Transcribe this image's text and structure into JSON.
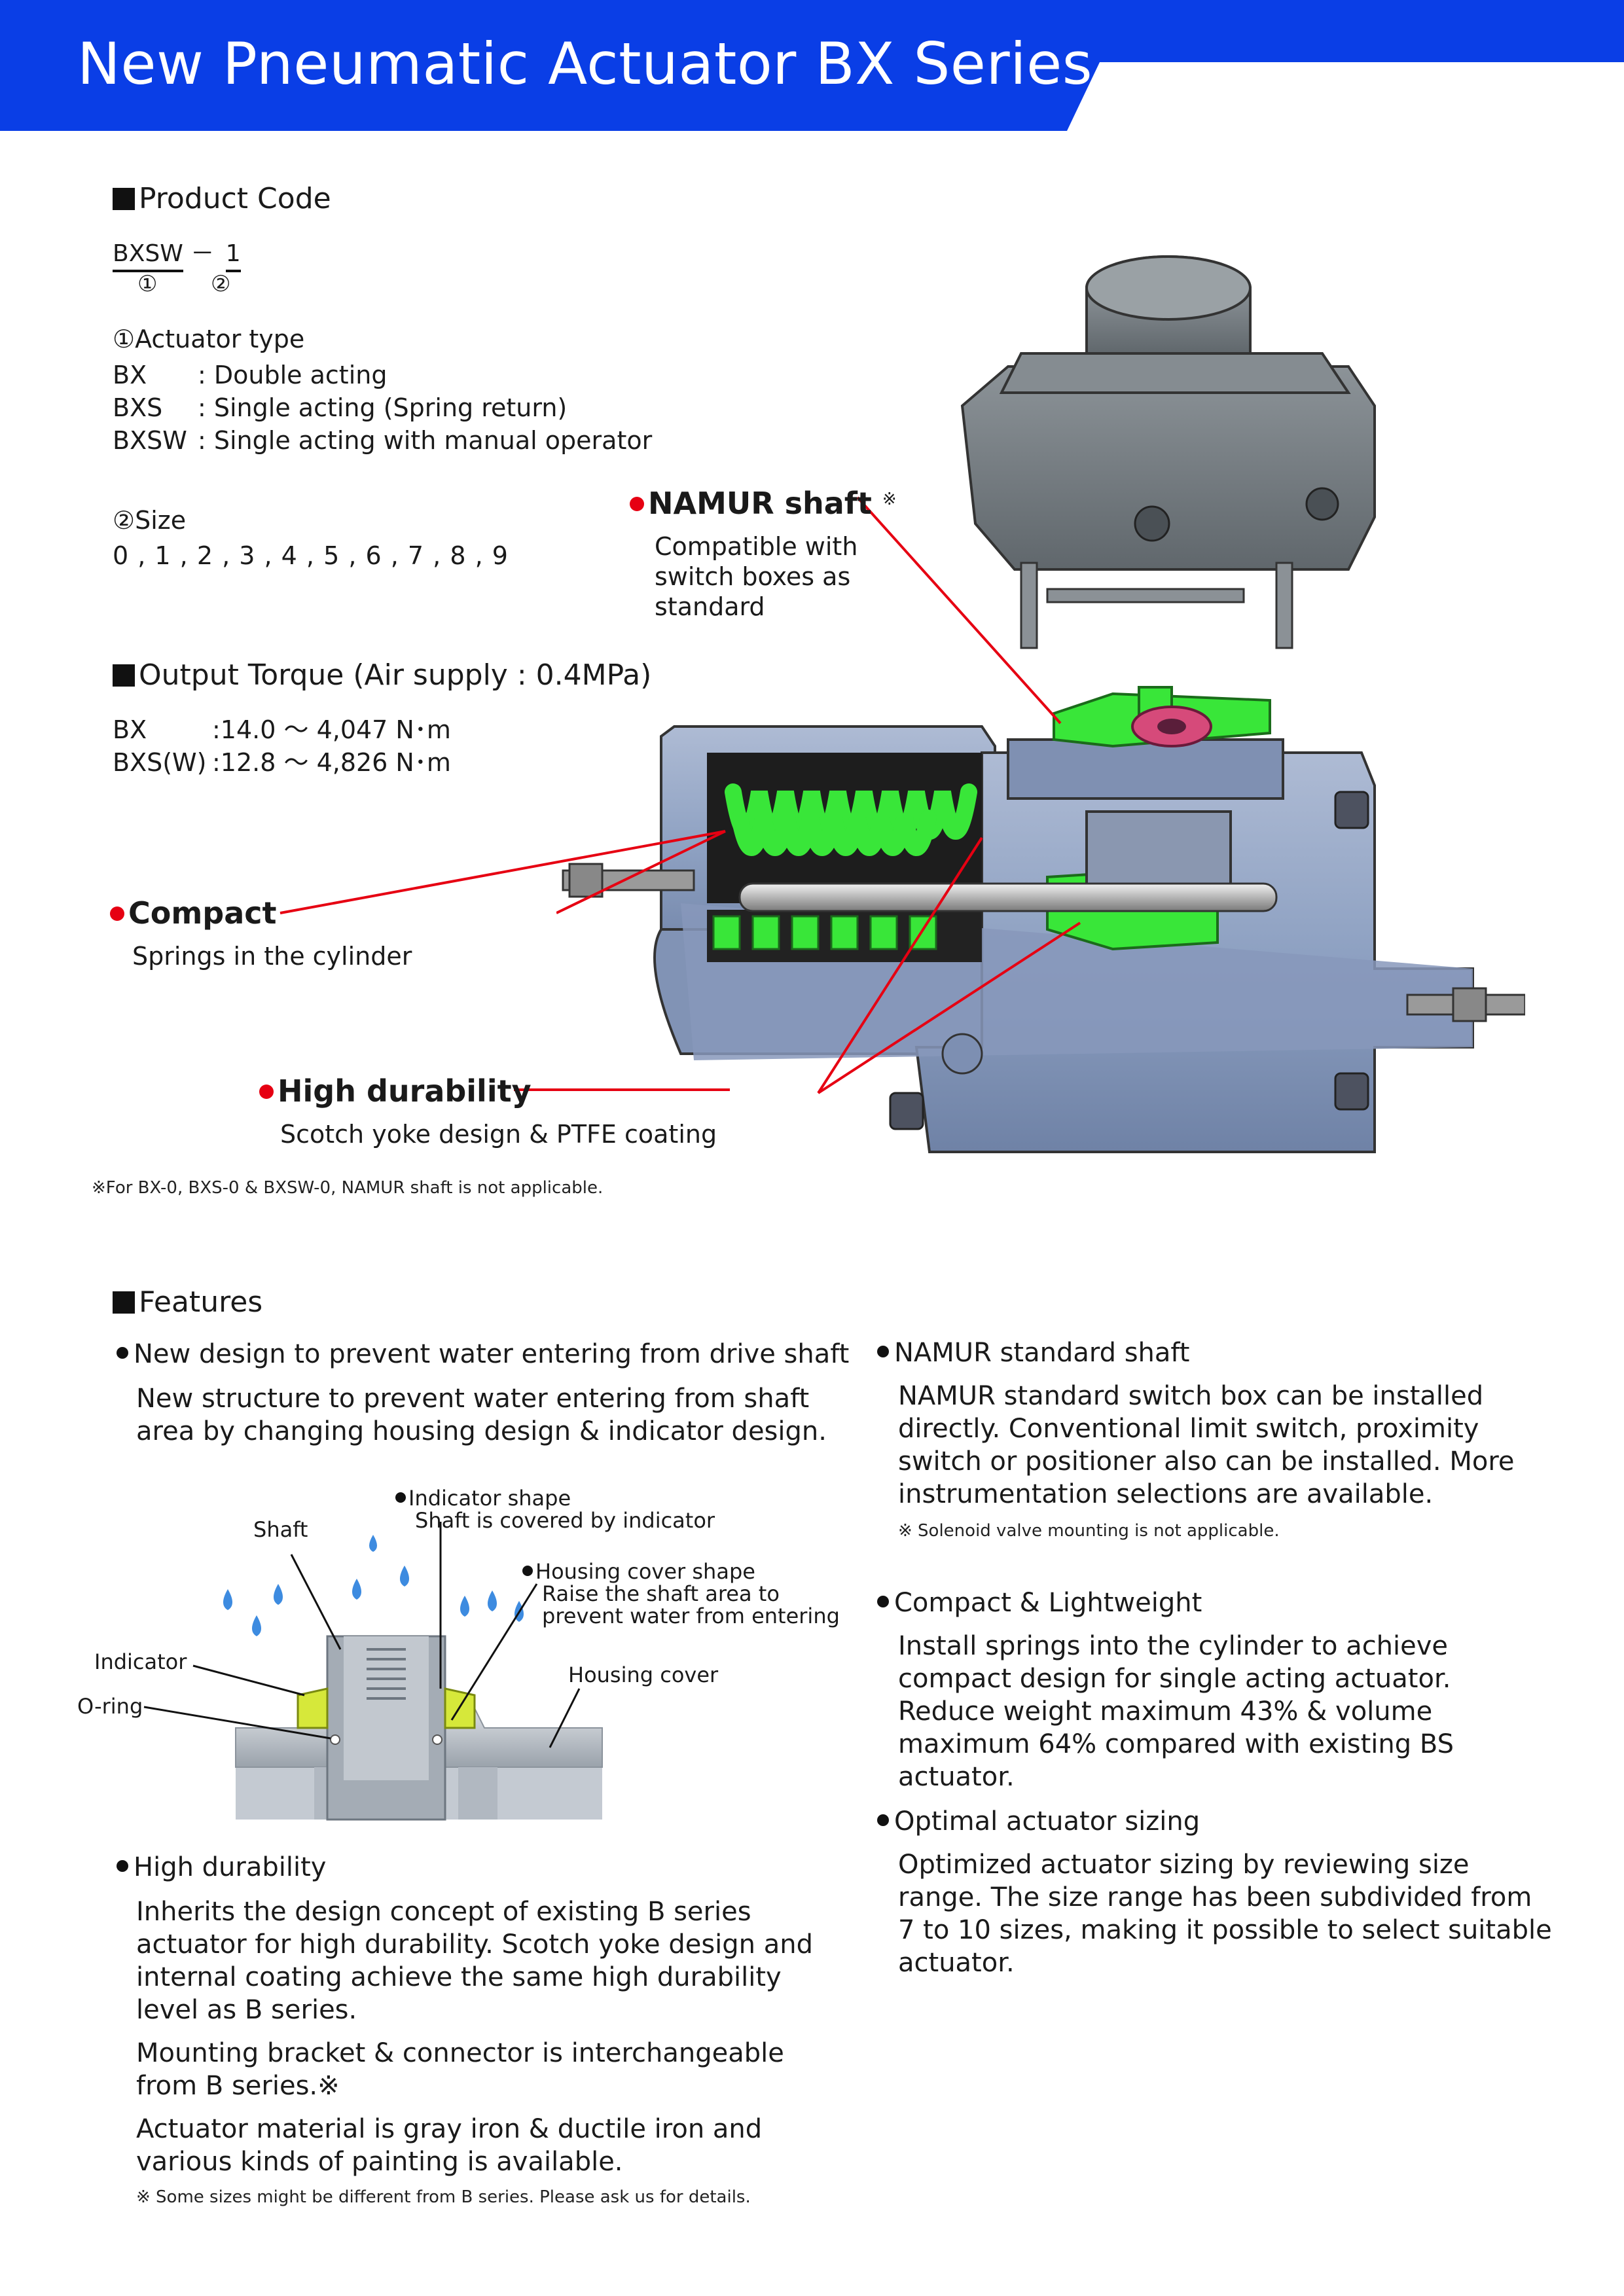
{
  "banner": {
    "title": "New Pneumatic Actuator BX Series",
    "color": "#0a3ee6"
  },
  "product_code": {
    "heading": "Product Code",
    "code_part1": "BXSW",
    "code_dash": "－",
    "code_part2": "1",
    "marker1": "①",
    "marker2": "②",
    "actuator_type_title": "①Actuator type",
    "types": [
      {
        "code": "BX",
        "desc": ": Double acting"
      },
      {
        "code": "BXS",
        "desc": ": Single acting (Spring return)"
      },
      {
        "code": "BXSW",
        "desc": ": Single acting with manual operator"
      }
    ],
    "size_title": "②Size",
    "sizes": "0 , 1 , 2 , 3 , 4 , 5 , 6 , 7 , 8 , 9"
  },
  "output_torque": {
    "heading": "Output Torque (Air supply : 0.4MPa)",
    "rows": [
      {
        "model": "BX",
        "value": ":14.0 ～ 4,047 N･m"
      },
      {
        "model": "BXS(W)",
        "value": ":12.8 ～ 4,826 N･m"
      }
    ]
  },
  "callouts": {
    "namur": {
      "title": "NAMUR shaft",
      "mark": "※",
      "lines": [
        "Compatible with",
        "switch boxes as",
        "standard"
      ]
    },
    "compact": {
      "title": "Compact",
      "desc": "Springs in the cylinder"
    },
    "durability": {
      "title": "High durability",
      "desc": "Scotch yoke design & PTFE coating"
    },
    "footnote": "※For BX-0, BXS-0 & BXSW-0, NAMUR shaft is not applicable."
  },
  "features": {
    "heading": "Features",
    "water": {
      "title": "New design to prevent water entering from drive shaft",
      "body": "New structure to prevent water entering from shaft area by changing housing design & indicator design."
    },
    "diagram": {
      "shaft": "Shaft",
      "indicator_shape_title": "Indicator shape",
      "indicator_shape_desc": "Shaft is covered by indicator",
      "housing_shape_title": "Housing cover shape",
      "housing_shape_desc1": "Raise the shaft area to",
      "housing_shape_desc2": "prevent water from entering",
      "indicator": "Indicator",
      "housing_cover": "Housing cover",
      "oring": "O-ring"
    },
    "durability": {
      "title": "High durability",
      "p1": "Inherits the design concept of existing B series actuator for high durability. Scotch yoke design and internal coating achieve the same high durability level as B series.",
      "p2": "Mounting bracket & connector is interchangeable from B series.※",
      "p3": "Actuator material is gray iron & ductile iron and various kinds of painting is available.",
      "note": "※ Some sizes might be different from B series. Please ask us for details."
    },
    "namur": {
      "title": "NAMUR standard shaft",
      "body": "NAMUR standard switch box can be installed directly. Conventional limit switch, proximity switch or positioner also can be installed. More instrumentation selections are available.",
      "note": "※ Solenoid valve mounting is not applicable."
    },
    "compact": {
      "title": "Compact & Lightweight",
      "body": "Install springs into the cylinder to achieve compact design for single acting actuator. Reduce weight maximum 43% & volume maximum 64% compared with existing BS actuator."
    },
    "sizing": {
      "title": "Optimal actuator sizing",
      "body": "Optimized actuator sizing by reviewing size range. The size range has been subdivided from 7 to 10 sizes, making it possible to select suitable actuator."
    }
  },
  "colors": {
    "accent_red": "#e60012",
    "spring_green": "#39e639",
    "body_blue": "#8fa3c4"
  }
}
